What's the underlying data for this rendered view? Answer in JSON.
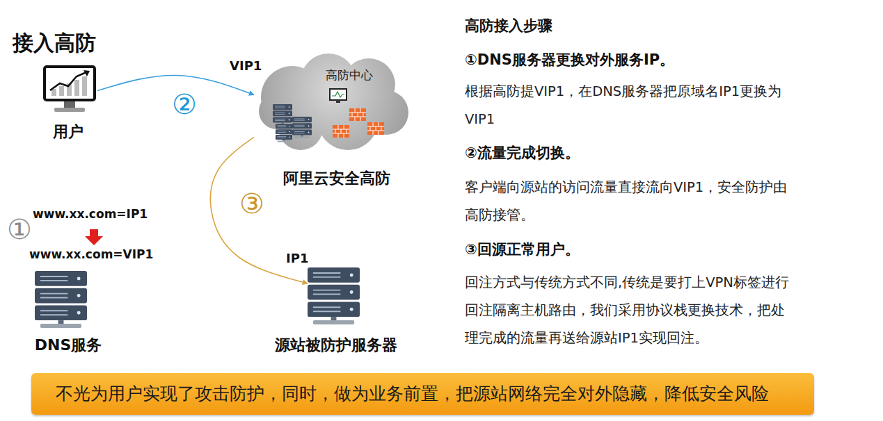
{
  "diagram": {
    "title": "接入高防",
    "nodes": [
      {
        "text": [
          "用户"
        ]
      },
      {
        "text": [
          "VIP1",
          "高防中心",
          "阿里云安全高防"
        ]
      },
      {
        "text": [
          "IP1",
          "源站被防护服务器"
        ]
      },
      {
        "text": [
          "DNS服务"
        ]
      },
      {
        "text": [
          "不光为用户实现了攻击防护，同时，做为业务前置，把源站网络完全对外隐藏，降低安全风险"
        ]
      }
    ],
    "edges": [
      {
        "from": 0,
        "to": 1,
        "label": "②",
        "arrow": "to"
      },
      {
        "from": 1,
        "to": 2,
        "label": "③",
        "arrow": "to"
      }
    ],
    "labels": [
      "①",
      "www.xx.com=IP1",
      "www.xx.com=VIP1",
      "高防接入步骤",
      "①DNS服务器更换对外服务IP。",
      "根据高防提VIP1，在DNS服务器把原域名IP1更换为 VIP1",
      "②流量完成切换。",
      "客户端向源站的访问流量直接流向VIP1，安全防护由 高防接管。",
      "③回源正常用户。",
      "回注方式与传统方式不同,传统是要打上VPN标签进行 回注隔离主机路由，我们采用协议栈更换技术，把处 理完成的流量再送给源站IP1实现回注。"
    ]
  }
}
